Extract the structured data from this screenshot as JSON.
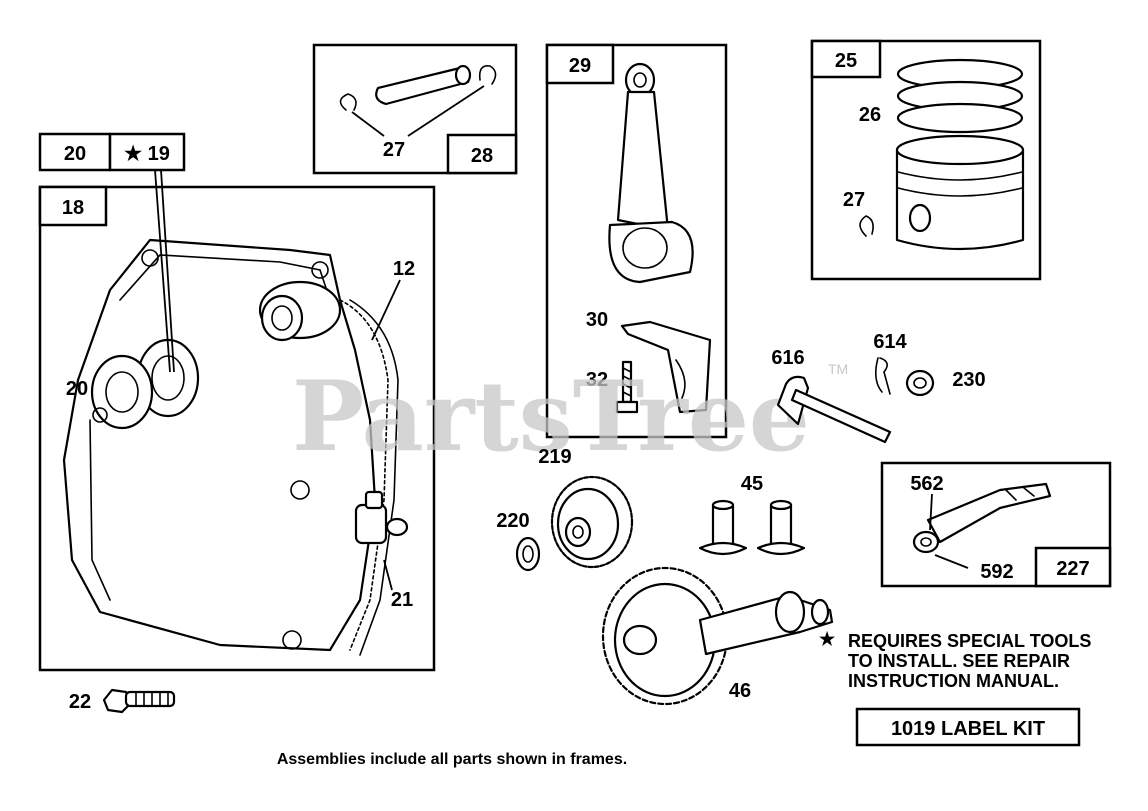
{
  "watermark": {
    "text": "PartsTree",
    "tm": "TM"
  },
  "frames": {
    "f18": {
      "label": "18"
    },
    "f20": {
      "label": "20"
    },
    "f19": {
      "label": "★ 19"
    },
    "f28": {
      "label": "28"
    },
    "f29": {
      "label": "29"
    },
    "f25": {
      "label": "25"
    },
    "f227": {
      "label": "227"
    }
  },
  "callouts": {
    "c12": "12",
    "c20": "20",
    "c21": "21",
    "c22": "22",
    "c27a": "27",
    "c26": "26",
    "c27b": "27",
    "c30": "30",
    "c32": "32",
    "c616": "616",
    "c614": "614",
    "c230": "230",
    "c219": "219",
    "c220": "220",
    "c45": "45",
    "c46": "46",
    "c562": "562",
    "c592": "592"
  },
  "note": {
    "star": "★",
    "line1": "REQUIRES SPECIAL TOOLS",
    "line2": "TO INSTALL.  SEE REPAIR",
    "line3": "INSTRUCTION MANUAL."
  },
  "label_kit": "1019 LABEL KIT",
  "footer": "Assemblies include all parts shown in frames."
}
